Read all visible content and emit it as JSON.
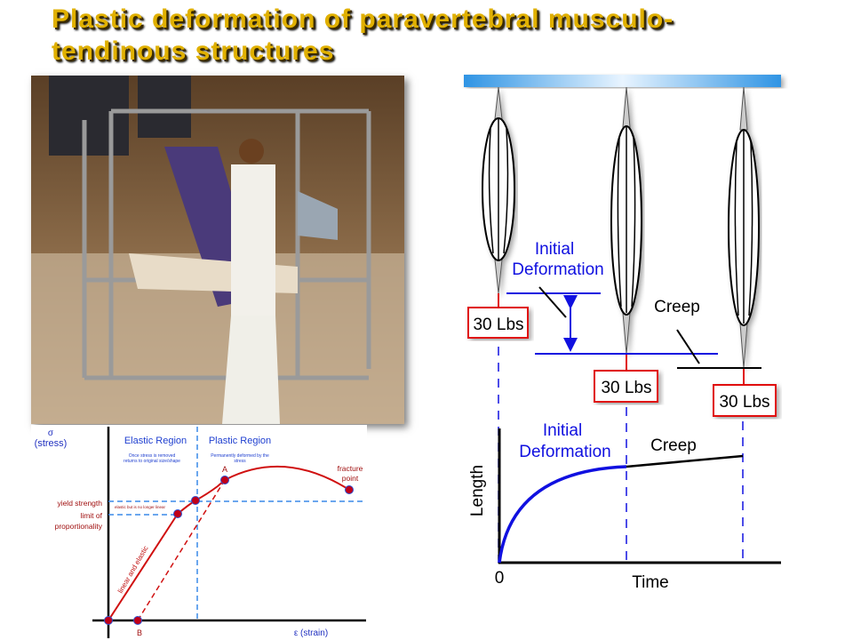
{
  "title": {
    "line1": "Plastic deformation of paravertebral musculo-",
    "line2": "tendinous structures"
  },
  "photo": {
    "subject": "traction-table-photo"
  },
  "creep_diagram": {
    "weights": [
      "30 Lbs",
      "30 Lbs",
      "30 Lbs"
    ],
    "initial_deformation": {
      "line1": "Initial",
      "line2": "Deformation"
    },
    "creep_label": "Creep"
  },
  "length_time_graph": {
    "initial_deformation": {
      "line1": "Initial",
      "line2": "Deformation"
    },
    "creep_label": "Creep",
    "ylabel": "Length",
    "xlabel": "Time",
    "origin": "0"
  },
  "stress_strain": {
    "ylabel_symbol": "σ",
    "ylabel": "(stress)",
    "xlabel": "ε (strain)",
    "elastic_region": "Elastic Region",
    "elastic_note": {
      "line1": "Once stress is removed",
      "line2": "returns to original size/shape"
    },
    "plastic_region": "Plastic Region",
    "plastic_note": {
      "line1": "Permanently deformed by the",
      "line2": "stress"
    },
    "yield_strength": "yield strength",
    "limit": {
      "line1": "limit of",
      "line2": "proportionality"
    },
    "elastic_nonlinear": "elastic but is no longer linear",
    "linear_elastic": "linear and elastic",
    "fracture": {
      "line1": "fracture",
      "line2": "point"
    },
    "point_a": "A",
    "point_b": "B"
  },
  "colors": {
    "title": "#e0b000",
    "blue": "#1010e0",
    "red": "#d01010",
    "bar": "#3aa0e8"
  }
}
